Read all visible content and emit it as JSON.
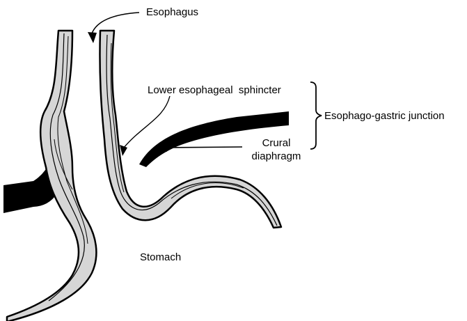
{
  "labels": {
    "esophagus": "Esophagus",
    "les": "Lower esophageal  sphincter",
    "ejunction": "Esophago-gastric junction",
    "crural_line1": "Crural",
    "crural_line2": "diaphragm",
    "stomach": "Stomach"
  },
  "colors": {
    "wall_fill": "#d6d6d6",
    "outline": "#000000",
    "diaphragm": "#000000",
    "background": "#ffffff"
  }
}
